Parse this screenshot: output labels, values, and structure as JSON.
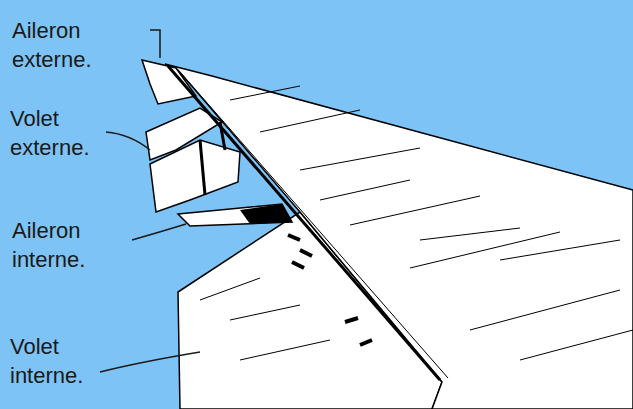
{
  "diagram": {
    "labels": [
      "Aileron externe.",
      "Volet externe.",
      "Aileron interne.",
      "Volet interne."
    ]
  }
}
